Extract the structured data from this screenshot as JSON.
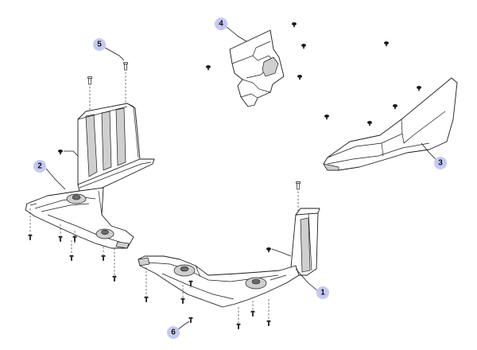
{
  "diagram": {
    "colors": {
      "callout_fill": "#c5c9f2",
      "line": "#1a1a1a",
      "shade": "#cfcfcf"
    },
    "callouts": [
      {
        "id": "1",
        "label": "1"
      },
      {
        "id": "2",
        "label": "2"
      },
      {
        "id": "3",
        "label": "3"
      },
      {
        "id": "4",
        "label": "4"
      },
      {
        "id": "5",
        "label": "5"
      },
      {
        "id": "6",
        "label": "6"
      }
    ],
    "fastener_icon": "screw-icon",
    "clip_icon": "clip-icon"
  }
}
